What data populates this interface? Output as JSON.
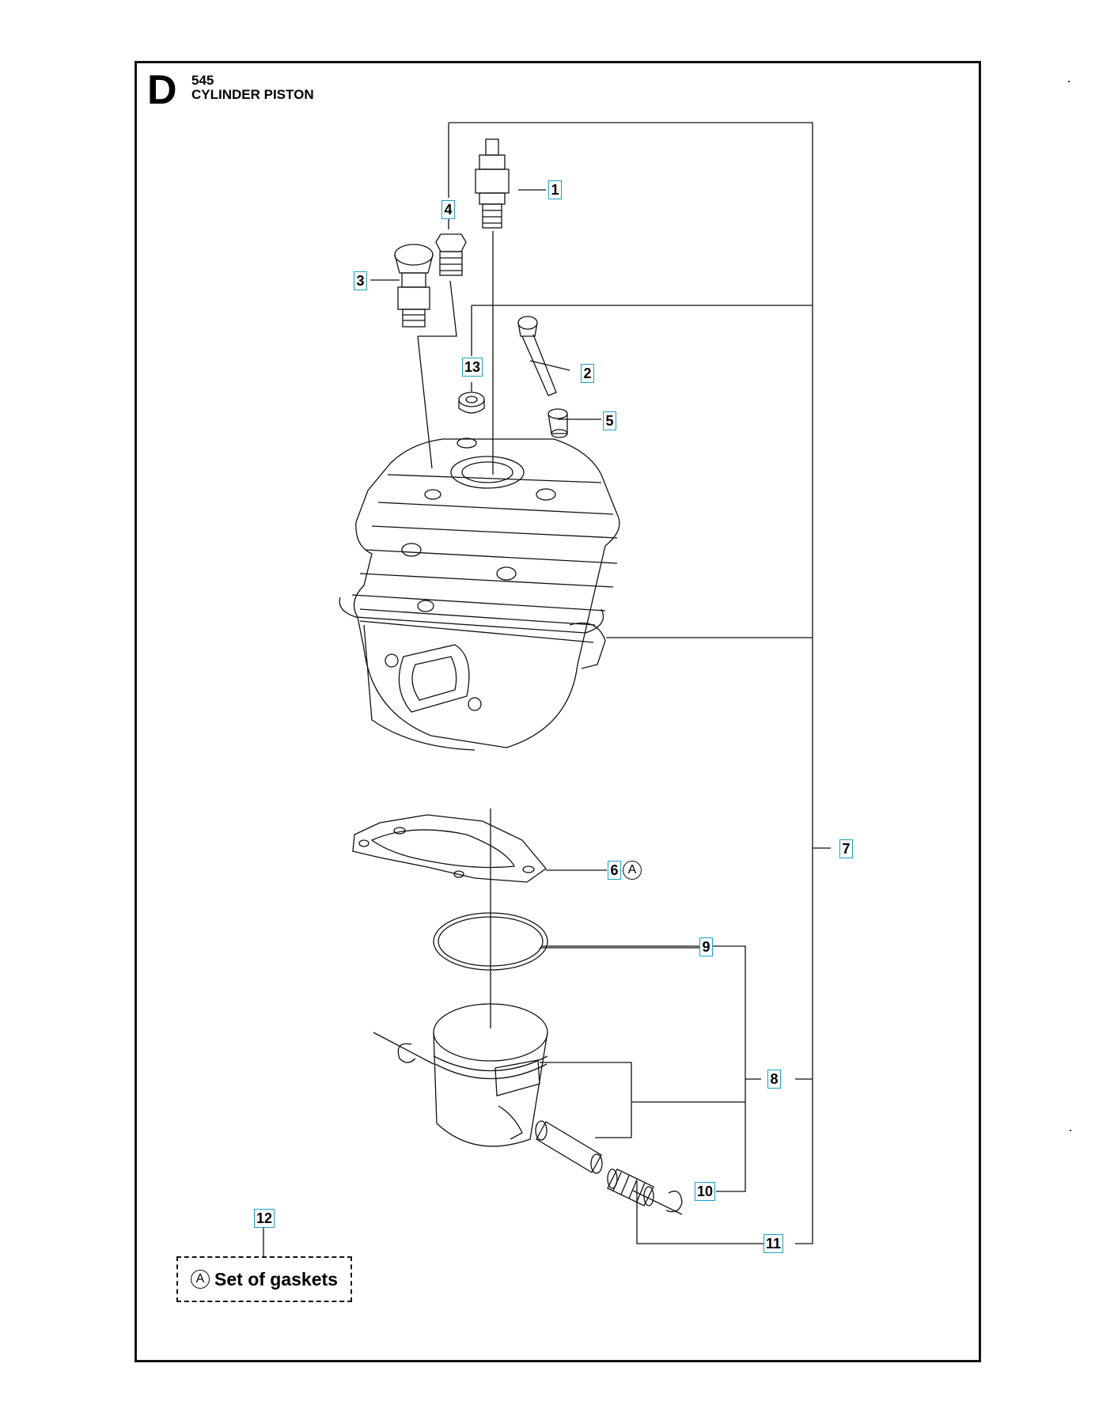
{
  "header": {
    "section": "D",
    "model": "545",
    "title": "CYLINDER PISTON"
  },
  "callouts": [
    {
      "id": "1",
      "label": "1"
    },
    {
      "id": "2",
      "label": "2"
    },
    {
      "id": "3",
      "label": "3"
    },
    {
      "id": "4",
      "label": "4"
    },
    {
      "id": "5",
      "label": "5"
    },
    {
      "id": "6",
      "label": "6"
    },
    {
      "id": "7",
      "label": "7"
    },
    {
      "id": "8",
      "label": "8"
    },
    {
      "id": "9",
      "label": "9"
    },
    {
      "id": "10",
      "label": "10"
    },
    {
      "id": "11",
      "label": "11"
    },
    {
      "id": "12",
      "label": "12"
    },
    {
      "id": "13",
      "label": "13"
    }
  ],
  "ref_mark": "A",
  "legend": {
    "mark": "A",
    "text": "Set of gaskets"
  },
  "colors": {
    "callout_border": "#1aa0c6",
    "line": "#111111"
  }
}
